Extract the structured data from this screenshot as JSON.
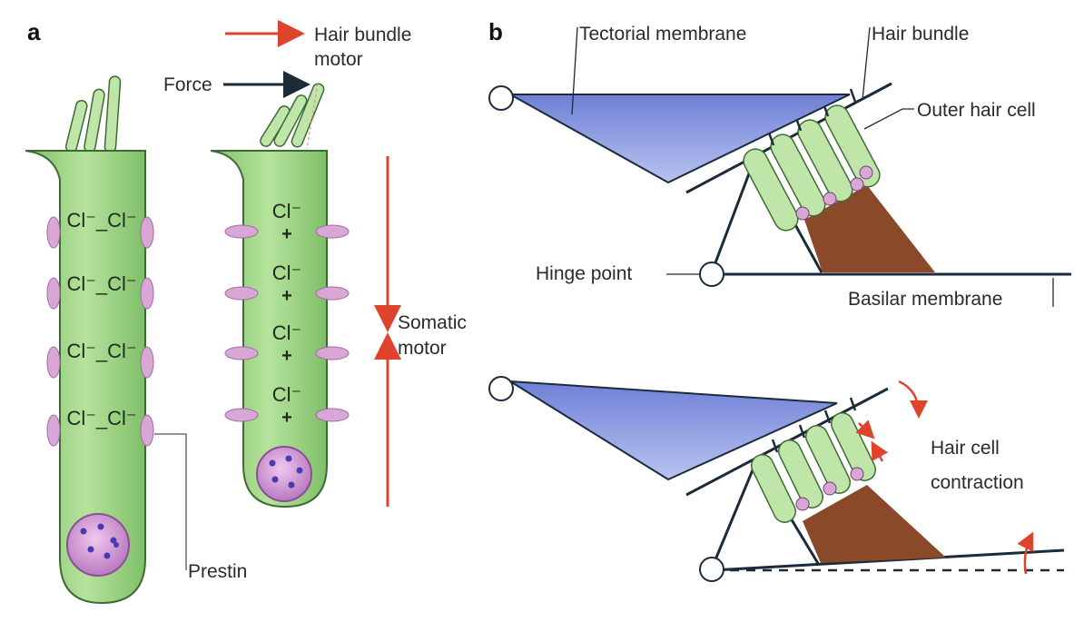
{
  "panel_a": {
    "letter": "a",
    "legend_arrow_label": "Hair bundle motor",
    "legend_arrow_line1": "Hair bundle",
    "legend_arrow_line2": "motor",
    "force_label": "Force",
    "prestin_label": "Prestin",
    "somatic_motor_line1": "Somatic",
    "somatic_motor_line2": "motor",
    "cell_left_ion_rows": [
      "Cl⁻_Cl⁻",
      "Cl⁻_Cl⁻",
      "Cl⁻_Cl⁻",
      "Cl⁻_Cl⁻"
    ],
    "cell_right_ion": "Cl⁻",
    "cell_right_charge": "+"
  },
  "panel_b": {
    "letter": "b",
    "tectorial_membrane": "Tectorial membrane",
    "hair_bundle": "Hair bundle",
    "outer_hair_cell": "Outer hair cell",
    "hinge_point": "Hinge point",
    "basilar_membrane": "Basilar membrane",
    "contraction_line1": "Hair cell",
    "contraction_line2": "contraction"
  },
  "colors": {
    "cell_green": "#a8d88f",
    "cell_outline": "#3d6b34",
    "prestin_pink": "#d9a7d6",
    "nucleus": "#c98ad0",
    "membrane_blue": "#8f9fe0",
    "support_brown": "#8a4a2a",
    "arrow_red": "#e0432b",
    "line_dark": "#1c2b3a"
  }
}
